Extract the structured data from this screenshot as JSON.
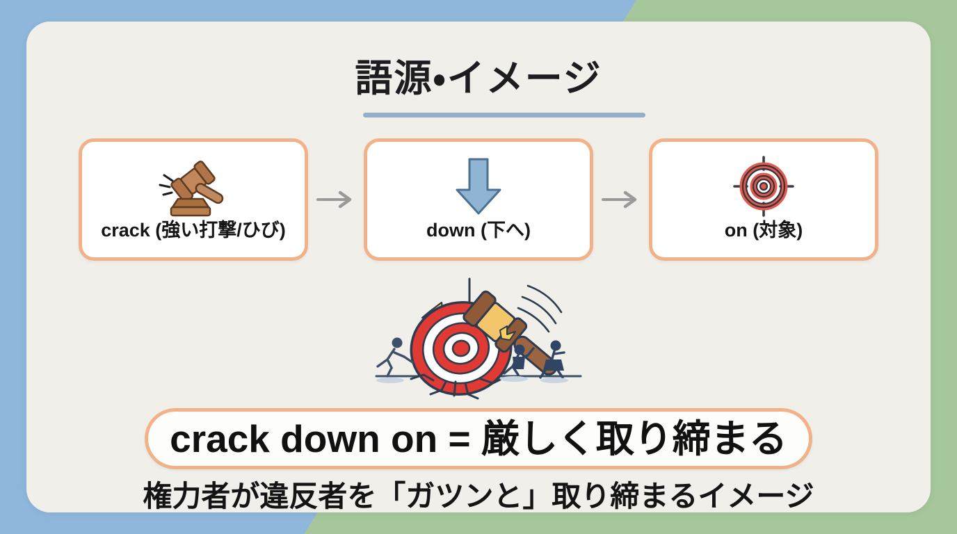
{
  "background": {
    "left_color": "#8FB6DB",
    "right_color": "#A6C69B",
    "panel_color": "#F0EFEA"
  },
  "header": {
    "title": "語源・イメージ",
    "rule_color": "#93AFC9"
  },
  "theme": {
    "card_border": "#F1B289",
    "card_fill": "#FFFFFF",
    "arrow_color": "#9A9A98",
    "text_color": "#151515"
  },
  "concepts": {
    "arrow_glyph": "→",
    "items": [
      {
        "icon": "gavel-icon",
        "label": "crack (強い打撃/ひび)"
      },
      {
        "icon": "down-arrow-icon",
        "label": "down (下へ)"
      },
      {
        "icon": "target-icon",
        "label": "on (対象)"
      }
    ]
  },
  "illustration": {
    "name": "gavel-striking-target-illustration",
    "description": "gavel smashing a bullseye target while people run away"
  },
  "result": {
    "text": "crack down on = 厳しく取り締まる"
  },
  "caption": {
    "text": "権力者が違反者を「ガツンと」取り締まるイメージ"
  }
}
